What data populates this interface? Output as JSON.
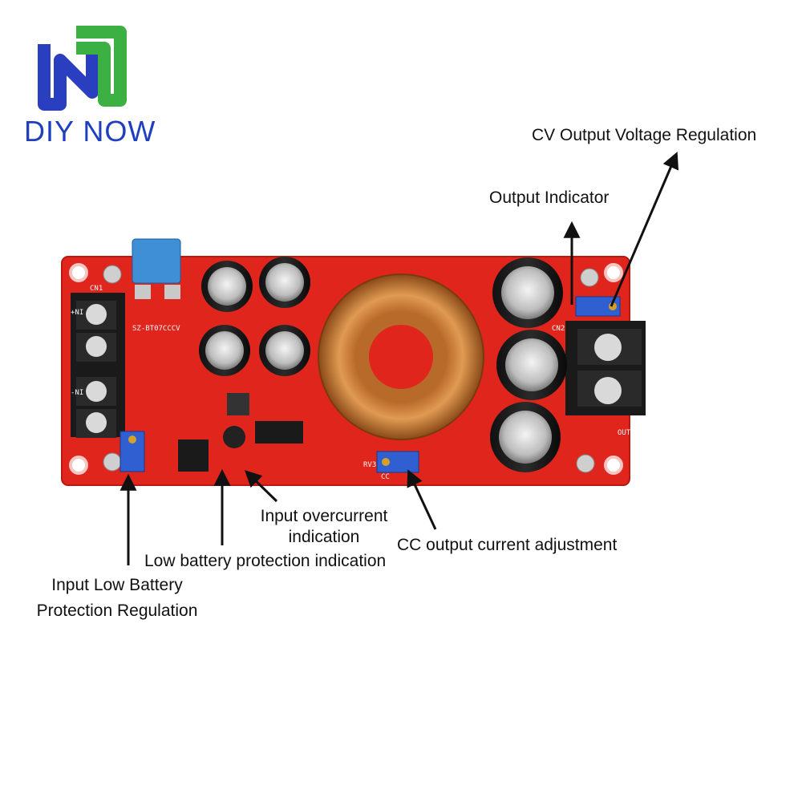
{
  "brand": {
    "name": "DIY NOW",
    "colors": {
      "blue": "#2a3fbf",
      "green": "#3cb043"
    }
  },
  "board": {
    "color": "#e0251c",
    "silkscreen": {
      "bt_label": "SZ-BT07CCCV",
      "cn1": "CN1",
      "cn2": "CN2",
      "in_plus": "+NI",
      "in_minus": "-NI",
      "out_minus": "OUT-",
      "rv3": "RV3",
      "cc": "CC"
    }
  },
  "labels": {
    "cv_output_voltage": "CV Output Voltage Regulation",
    "output_indicator": "Output Indicator",
    "input_overcurrent_l1": "Input overcurrent",
    "input_overcurrent_l2": "indication",
    "cc_output_current": "CC output current adjustment",
    "low_battery_indication": "Low battery protection indication",
    "input_low_battery_l1": "Input Low Battery",
    "input_low_battery_l2": "Protection Regulation"
  }
}
